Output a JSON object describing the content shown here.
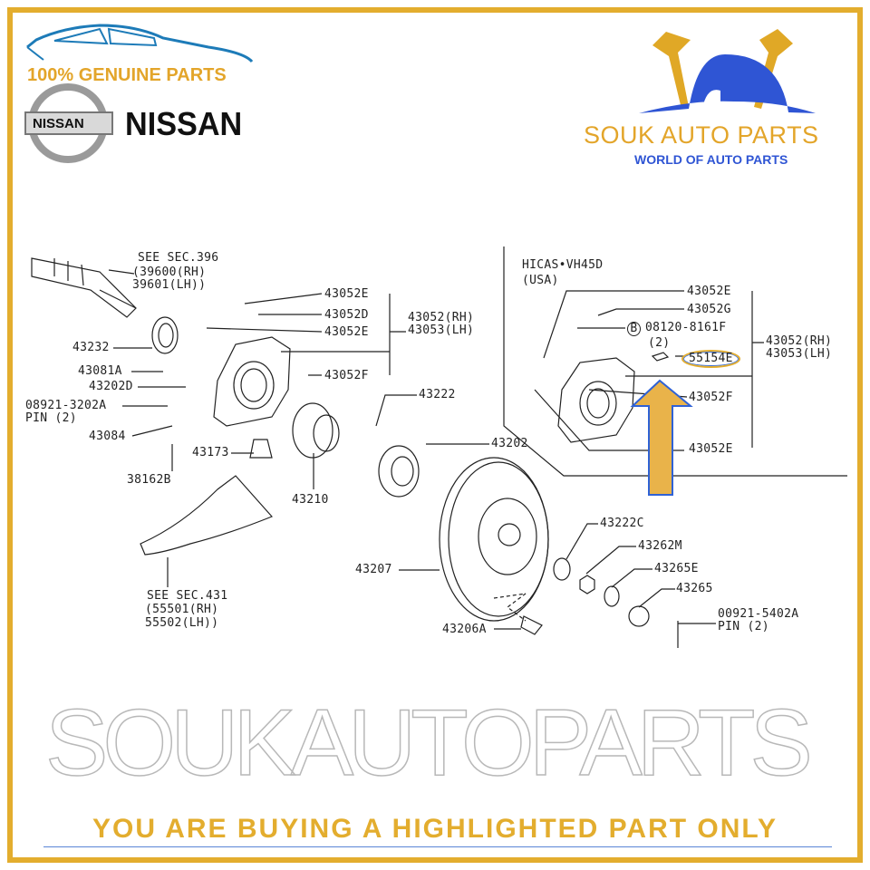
{
  "header": {
    "genuine_text": "100% GENUINE PARTS",
    "brand_badge_text": "NISSAN",
    "brand_name": "NISSAN",
    "store_name": "SOUK AUTO PARTS",
    "store_tagline": "WORLD OF AUTO PARTS"
  },
  "watermark": "SOUKAUTOPARTS",
  "diagram": {
    "left": {
      "see_sec_396": "SEE SEC.396",
      "p39600": "(39600(RH)",
      "p39601": "39601(LH))",
      "p43052e_1": "43052E",
      "p43052d": "43052D",
      "p43052e_2": "43052E",
      "p43052f": "43052F",
      "p43052rh": "43052(RH)",
      "p43053lh": "43053(LH)",
      "p43232": "43232",
      "p43081a": "43081A",
      "p43202d": "43202D",
      "p08921": "08921-3202A",
      "pin1": "PIN (2)",
      "p43084": "43084",
      "p43173": "43173",
      "p38162b": "38162B",
      "p43210": "43210",
      "p43222": "43222",
      "p43202": "43202",
      "see_sec_431": "SEE SEC.431",
      "p55501": "(55501(RH)",
      "p55502": "55502(LH))",
      "p43207": "43207",
      "p43206a": "43206A",
      "p43222c": "43222C",
      "p43262m": "43262M",
      "p43265e": "43265E",
      "p43265": "43265",
      "p00921": "00921-5402A",
      "pin2": "PIN (2)"
    },
    "inset": {
      "hicas": "HICAS•VH45D",
      "usa": "(USA)",
      "p43052e_1": "43052E",
      "p43052g": "43052G",
      "bolt_marker": "B",
      "p08120": "08120-8161F",
      "qty": "(2)",
      "highlighted_part": "55154E",
      "p43052rh": "43052(RH)",
      "p43053lh": "43053(LH)",
      "p43052f": "43052F",
      "p43052e_2": "43052E"
    }
  },
  "footer": {
    "banner": "YOU ARE BUYING A HIGHLIGHTED PART ONLY"
  },
  "colors": {
    "frame": "#e3ad2e",
    "accent_blue": "#2f55d4",
    "highlight": "#e3ad2e"
  }
}
